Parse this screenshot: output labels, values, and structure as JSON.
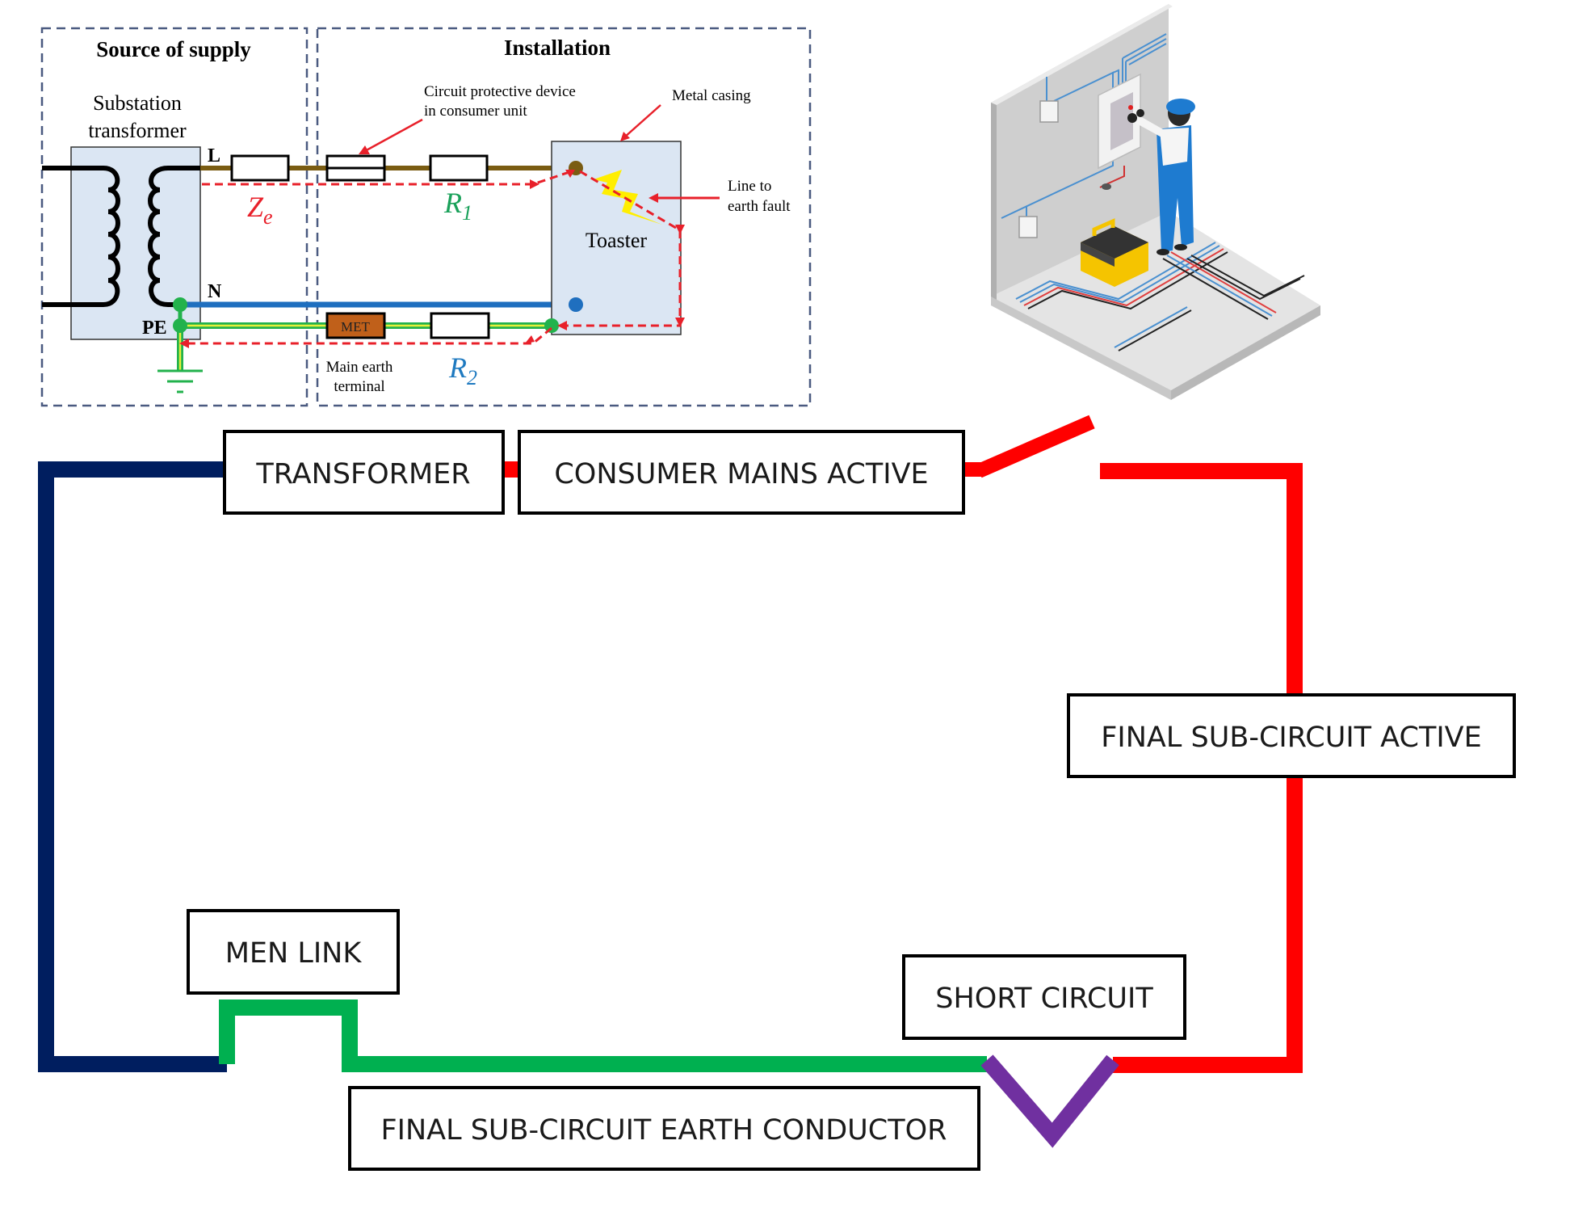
{
  "top_diagram": {
    "source_title": "Source of supply",
    "installation_title": "Installation",
    "transformer_label_line1": "Substation",
    "transformer_label_line2": "transformer",
    "terminal_L": "L",
    "terminal_N": "N",
    "terminal_PE": "PE",
    "cpd_label_line1": "Circuit protective device",
    "cpd_label_line2": "in consumer unit",
    "metal_casing_label": "Metal casing",
    "fault_label_line1": "Line to",
    "fault_label_line2": "earth fault",
    "appliance_label": "Toaster",
    "met_label": "MET",
    "met_caption_line1": "Main earth",
    "met_caption_line2": "terminal",
    "impedances": [
      {
        "symbol": "Z",
        "subscript": "e",
        "color": "#e8202a"
      },
      {
        "symbol": "R",
        "subscript": "1",
        "color": "#1aa15a"
      },
      {
        "symbol": "R",
        "subscript": "2",
        "color": "#1f7ac0"
      }
    ],
    "colors": {
      "line": "#7a5c12",
      "neutral": "#1f6fbf",
      "earth": "#22b24c",
      "earth_stripe": "#e6ef3a",
      "fault_path": "#e8202a",
      "enclosure_fill": "#dbe6f3",
      "met_fill": "#c0601a",
      "boundary": "#4a5a80",
      "fault_spark": "#ffee00"
    }
  },
  "illustration": {
    "subject": "electrician working on switchboard",
    "icons": [
      "wall-icon",
      "power-outlet-icon",
      "switchboard-icon",
      "electrician-icon",
      "toolbox-icon",
      "floor-cables-icon"
    ]
  },
  "loop_diagram": {
    "labels": {
      "transformer": "TRANSFORMER",
      "consumer_mains_active": "CONSUMER MAINS ACTIVE",
      "final_subcircuit_active": "FINAL SUB-CIRCUIT ACTIVE",
      "men_link": "MEN LINK",
      "short_circuit": "SHORT CIRCUIT",
      "final_subcircuit_earth": "FINAL SUB-CIRCUIT EARTH CONDUCTOR"
    },
    "colors": {
      "neutral": "#001e5f",
      "active": "#ff0000",
      "earth": "#00b050",
      "fault": "#7030a0"
    }
  }
}
